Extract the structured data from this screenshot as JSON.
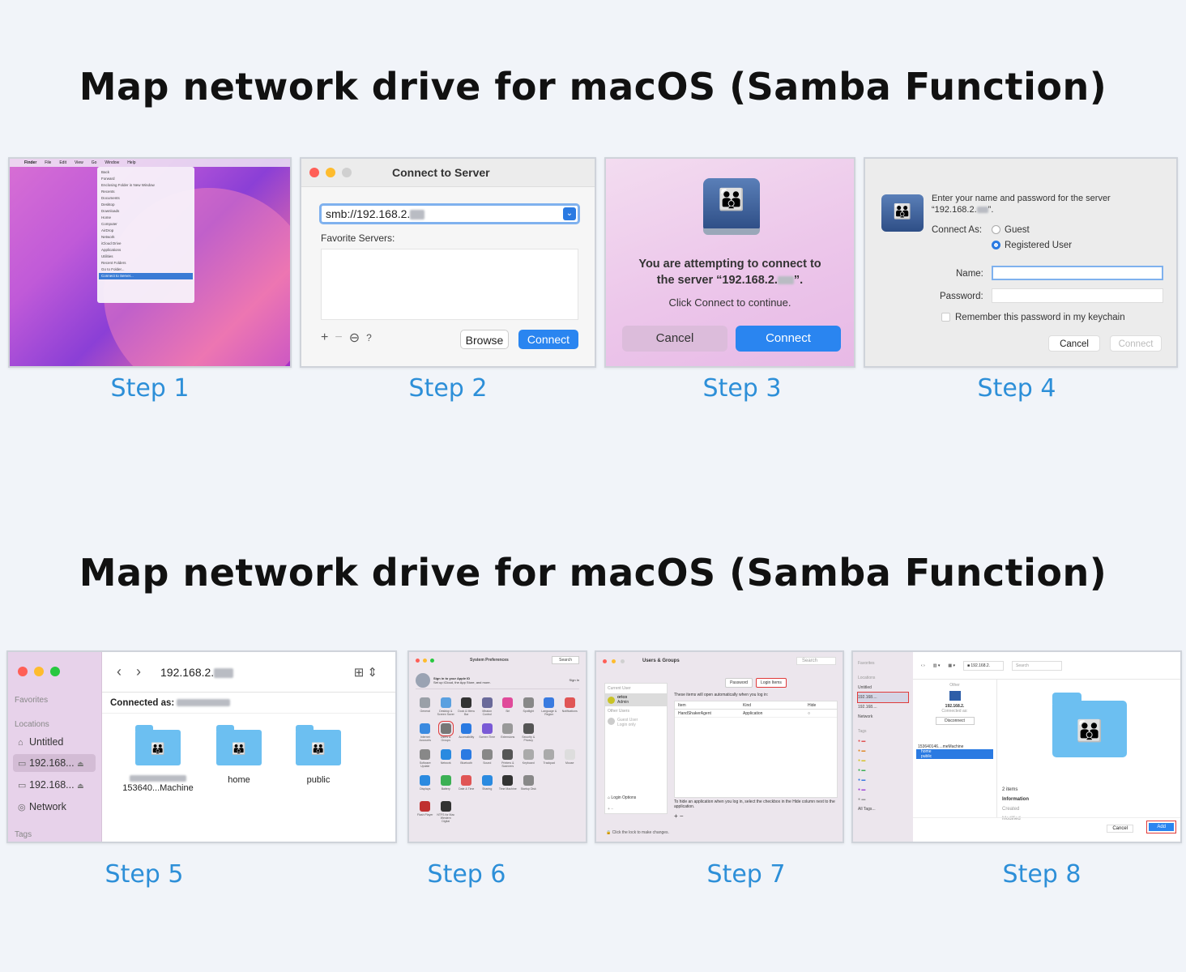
{
  "titles": {
    "top": "Map network drive for macOS (Samba Function)",
    "bottom": "Map network drive for macOS (Samba Function)"
  },
  "steps": [
    "Step 1",
    "Step 2",
    "Step 3",
    "Step 4",
    "Step 5",
    "Step 6",
    "Step 7",
    "Step 8"
  ],
  "step1": {
    "menubar": [
      "Finder",
      "File",
      "Edit",
      "View",
      "Go",
      "Window",
      "Help"
    ],
    "menu_items": [
      "Back",
      "Forward",
      "Enclosing Folder in New Window",
      "Recents",
      "Documents",
      "Desktop",
      "Downloads",
      "Home",
      "Computer",
      "AirDrop",
      "Network",
      "iCloud Drive",
      "Applications",
      "Utilities",
      "Recent Folders",
      "Go to Folder...",
      "Connect to Server..."
    ]
  },
  "step2": {
    "title": "Connect to Server",
    "address": "smb://192.168.2.",
    "favorites_label": "Favorite Servers:",
    "tools": [
      "+",
      "−",
      "⊖",
      "?"
    ],
    "browse": "Browse",
    "connect": "Connect"
  },
  "step3": {
    "icon": "server-icon",
    "message_line1": "You are attempting to connect to",
    "message_line2": "the server “192.168.2.",
    "message_end": "”.",
    "sub": "Click Connect to continue.",
    "cancel": "Cancel",
    "connect": "Connect"
  },
  "step4": {
    "prompt_line1": "Enter your name and password for the server",
    "prompt_line2": "“192.168.2.",
    "prompt_end": "”.",
    "connect_as": "Connect As:",
    "guest": "Guest",
    "registered": "Registered User",
    "name_label": "Name:",
    "password_label": "Password:",
    "remember": "Remember this password in my keychain",
    "cancel": "Cancel",
    "connect": "Connect"
  },
  "step5": {
    "favorites": "Favorites",
    "locations": "Locations",
    "items": [
      "Untitled",
      "192.168...",
      "192.168...",
      "Network"
    ],
    "tags": "Tags",
    "path": "192.168.2.",
    "connected_as": "Connected as:",
    "folders": [
      "153640...Machine",
      "home",
      "public"
    ]
  },
  "step6": {
    "title": "System Preferences",
    "search": "Search",
    "signin_title": "Sign in to your Apple ID",
    "signin_sub": "Set up iCloud, the App Store, and more.",
    "signin_btn": "Sign In",
    "panes": [
      "General",
      "Desktop & Screen Saver",
      "Dock & Menu Bar",
      "Mission Control",
      "Siri",
      "Spotlight",
      "Language & Region",
      "Notifications",
      "Internet Accounts",
      "Users & Groups",
      "Accessibility",
      "Screen Time",
      "Extensions",
      "Security & Privacy",
      "",
      "",
      "Software Update",
      "Network",
      "Bluetooth",
      "Sound",
      "Printers & Scanners",
      "Keyboard",
      "Trackpad",
      "Mouse",
      "Displays",
      "Battery",
      "Date & Time",
      "Sharing",
      "Time Machine",
      "Startup Disk",
      "",
      "",
      "Flash Player",
      "NTFS for Mac Western Digital",
      "",
      "",
      "",
      "",
      "",
      ""
    ]
  },
  "step7": {
    "title": "Users & Groups",
    "search": "Search",
    "current_user": "Current User",
    "user_name": "orico",
    "user_role": "Admin",
    "other_users": "Other Users",
    "guest_user": "Guest User",
    "guest_sub": "Login only",
    "login_options": "Login Options",
    "tab_password": "Password",
    "tab_login": "Login Items",
    "desc": "These items will open automatically when you log in:",
    "cols": [
      "Item",
      "Kind",
      "Hide"
    ],
    "row": [
      "HandShakerAgent",
      "Application",
      ""
    ],
    "hint": "To hide an application when you log in, select the checkbox in the Hide column next to the application.",
    "lock": "Click the lock to make changes."
  },
  "step8": {
    "favorites": "Favorites",
    "locations": "Locations",
    "side_items": [
      "Untitled",
      "192.168....",
      "192.168....",
      "Network"
    ],
    "tags": "Tags",
    "all_tags": "All Tags...",
    "path": "192.168.2.",
    "search": "Search",
    "other": "Other",
    "server": "192.168.2.",
    "connected_as": "Connected as:",
    "disconnect": "Disconnect",
    "list_items": [
      "153640146....meMachine",
      "home",
      "public"
    ],
    "count": "2 items",
    "info": "Information",
    "created": "Created",
    "modified": "Modified",
    "cancel": "Cancel",
    "add": "Add"
  },
  "colors": {
    "accent": "#2a85f0",
    "step_label": "#2d8fd8",
    "highlight": "#e03a3a"
  }
}
